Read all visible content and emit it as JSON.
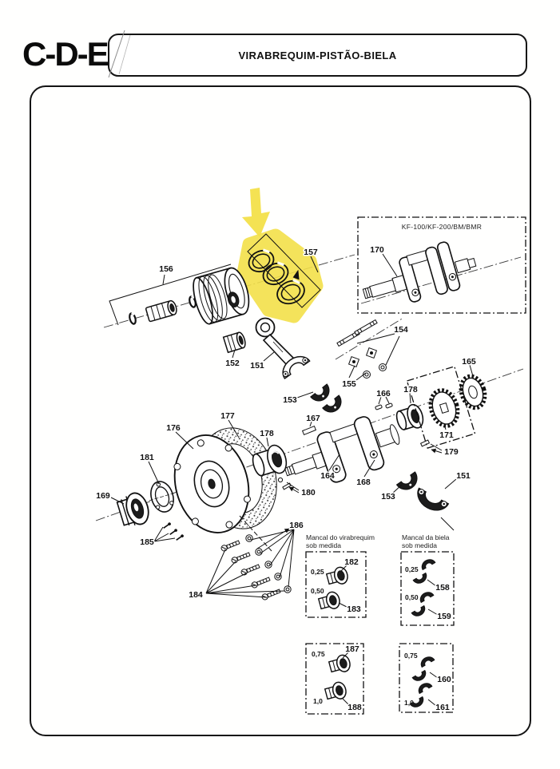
{
  "page": {
    "corner_code": "C-D-E",
    "title": "VIRABREQUIM-PISTÃO-BIELA"
  },
  "inset": {
    "caption": "KF-100/KF-200/BM/BMR",
    "label": "170"
  },
  "highlight": {
    "color": "#f3e04a",
    "target_label": "157"
  },
  "callouts": [
    {
      "text": "156"
    },
    {
      "text": "157"
    },
    {
      "text": "154"
    },
    {
      "text": "152"
    },
    {
      "text": "151"
    },
    {
      "text": "153"
    },
    {
      "text": "155"
    },
    {
      "text": "166"
    },
    {
      "text": "165"
    },
    {
      "text": "178"
    },
    {
      "text": "171"
    },
    {
      "text": "179"
    },
    {
      "text": "177"
    },
    {
      "text": "176"
    },
    {
      "text": "178"
    },
    {
      "text": "167"
    },
    {
      "text": "181"
    },
    {
      "text": "169"
    },
    {
      "text": "164"
    },
    {
      "text": "168"
    },
    {
      "text": "180"
    },
    {
      "text": "153"
    },
    {
      "text": "151"
    },
    {
      "text": "186"
    },
    {
      "text": "185"
    },
    {
      "text": "184"
    }
  ],
  "size_boxes": [
    {
      "title1": "Mancal do virabrequim",
      "title2": "sob medida",
      "rows": [
        {
          "size": "0,25",
          "label": "182"
        },
        {
          "size": "0,50",
          "label": "183"
        }
      ]
    },
    {
      "title1": "Mancal da biela",
      "title2": "sob medida",
      "rows": [
        {
          "size": "0,25",
          "label": "158"
        },
        {
          "size": "0,50",
          "label": "159"
        }
      ]
    },
    {
      "rows": [
        {
          "size": "0,75",
          "label": "187"
        },
        {
          "size": "1,0",
          "label": "188"
        }
      ]
    },
    {
      "rows": [
        {
          "size": "0,75",
          "label": "160"
        },
        {
          "size": "1,0",
          "label": "161"
        }
      ]
    }
  ]
}
